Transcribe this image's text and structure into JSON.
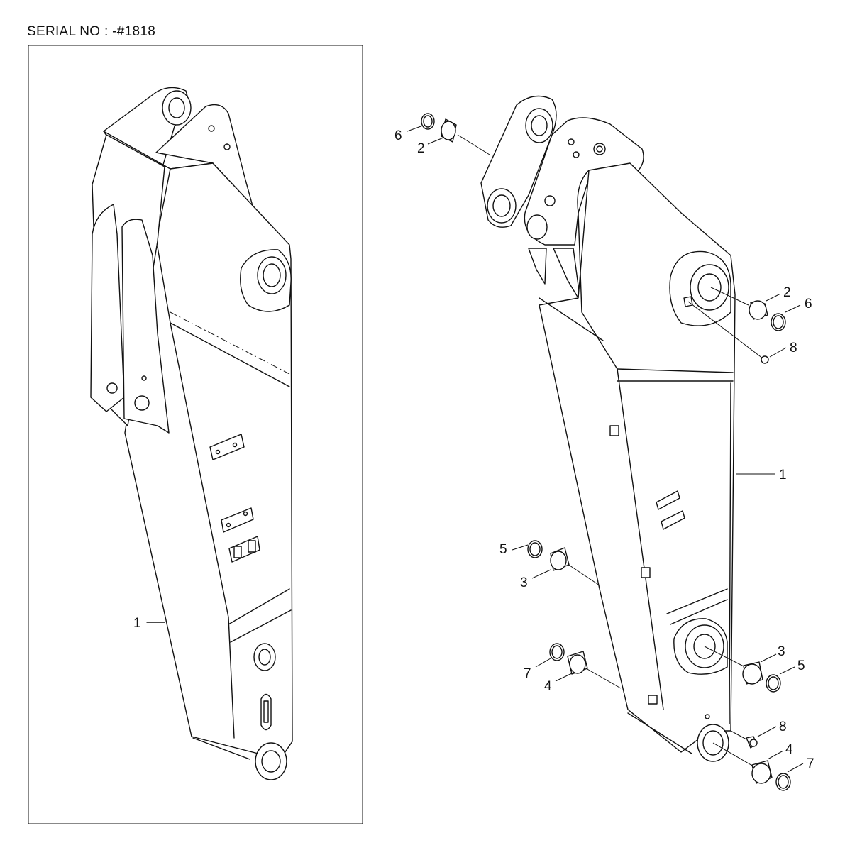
{
  "header": {
    "serial_text": "SERIAL NO : -#1818"
  },
  "callouts": {
    "left_1": "1",
    "right_1": "1",
    "right_2_top": "2",
    "right_6_top": "6",
    "right_2_head": "2",
    "right_6_head": "6",
    "right_8_head": "8",
    "right_5_mid": "5",
    "right_3_mid": "3",
    "right_3_foot": "3",
    "right_5_foot": "5",
    "right_7_low": "7",
    "right_4_low": "4",
    "right_8_tip": "8",
    "right_4_tip": "4",
    "right_7_tip": "7"
  }
}
